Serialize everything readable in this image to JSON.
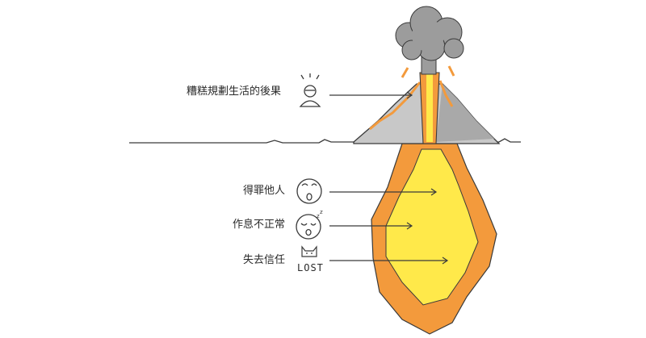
{
  "labels": {
    "consequence": "糟糕規劃生活的後果",
    "offend": "得罪他人",
    "routine": "作息不正常",
    "trust": "失去信任",
    "lost_word": "LOST"
  },
  "colors": {
    "magma_outer": "#f39a3c",
    "magma_inner": "#ffe94a",
    "rock": "#c8c8c8",
    "smoke": "#9c9c9c",
    "stroke": "#3a3a3a"
  },
  "icons": {
    "consequence": "stressed-person-icon",
    "offend": "surprised-face-icon",
    "routine": "sleepy-face-icon",
    "trust": "lost-cat-icon"
  }
}
